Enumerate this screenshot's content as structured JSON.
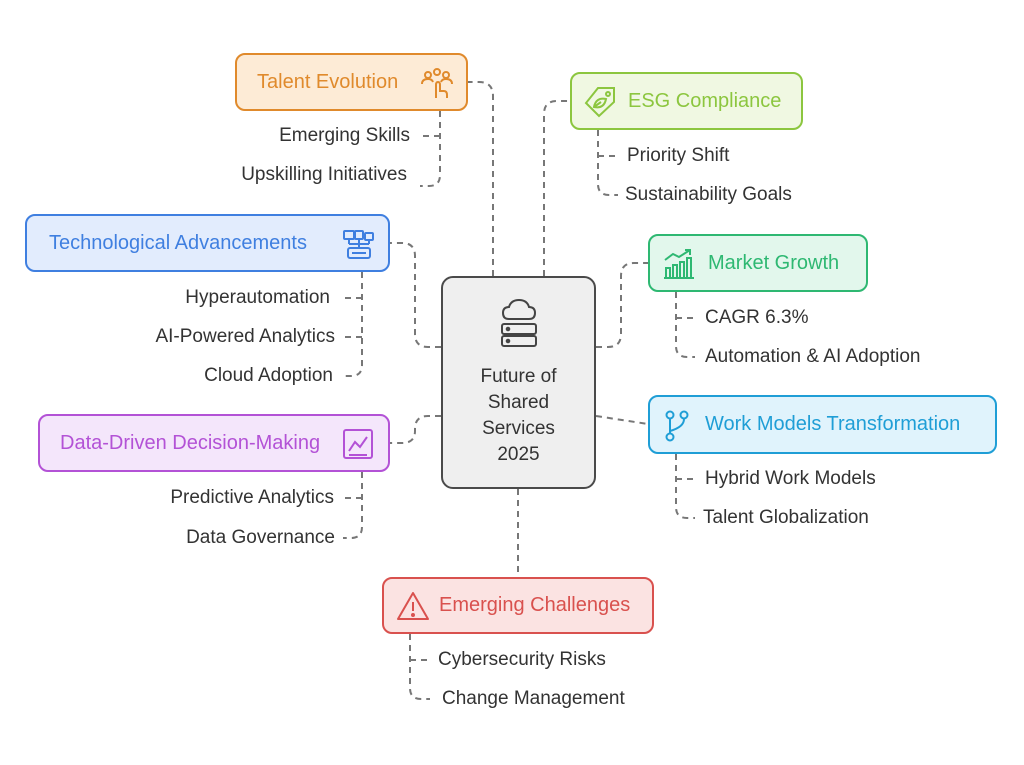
{
  "center": {
    "title_lines": [
      "Future of",
      "Shared",
      "Services",
      "2025"
    ],
    "icon": "cloud-server-icon",
    "border_color": "#4a4a4a",
    "fill_color": "#efefef"
  },
  "topics": {
    "talent": {
      "title": "Talent Evolution",
      "icon": "team-group-icon",
      "color": "#e08a2c",
      "fill": "#fdebd6",
      "items": [
        "Emerging Skills",
        "Upskilling Initiatives"
      ]
    },
    "esg": {
      "title": "ESG Compliance",
      "icon": "eco-tag-icon",
      "color": "#8cc63f",
      "fill": "#f0f8e2",
      "items": [
        "Priority Shift",
        "Sustainability Goals"
      ]
    },
    "tech": {
      "title": "Technological Advancements",
      "icon": "network-devices-icon",
      "color": "#3f7fe0",
      "fill": "#e2ecfd",
      "items": [
        "Hyperautomation",
        "AI-Powered Analytics",
        "Cloud Adoption"
      ]
    },
    "market": {
      "title": "Market Growth",
      "icon": "growth-chart-icon",
      "color": "#2eb872",
      "fill": "#e2f7ec",
      "items": [
        "CAGR 6.3%",
        "Automation & AI Adoption"
      ]
    },
    "data": {
      "title": "Data-Driven Decision-Making",
      "icon": "trend-chart-icon",
      "color": "#b352d6",
      "fill": "#f4e6fb",
      "items": [
        "Predictive Analytics",
        "Data Governance"
      ]
    },
    "work": {
      "title": "Work Models Transformation",
      "icon": "branch-icon",
      "color": "#1f9ed6",
      "fill": "#e0f3fc",
      "items": [
        "Hybrid Work Models",
        "Talent Globalization"
      ]
    },
    "challenges": {
      "title": "Emerging Challenges",
      "icon": "warning-icon",
      "color": "#d9514e",
      "fill": "#fbe3e2",
      "items": [
        "Cybersecurity Risks",
        "Change Management"
      ]
    }
  }
}
